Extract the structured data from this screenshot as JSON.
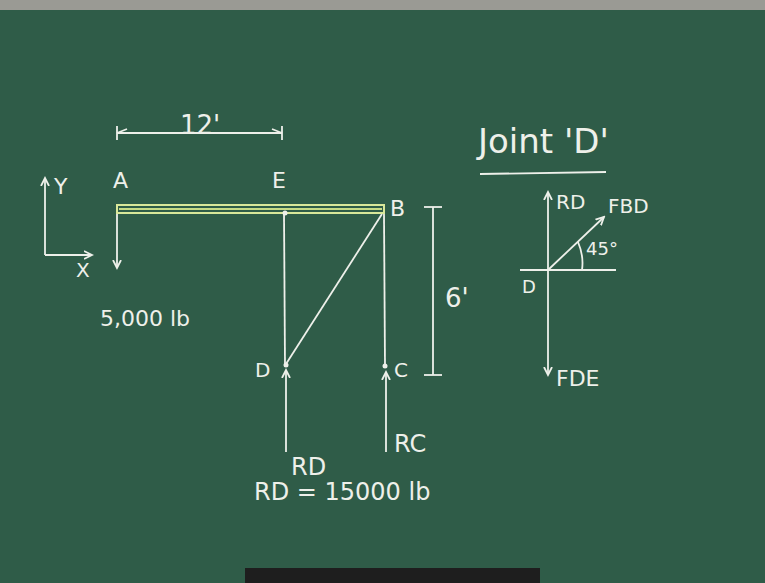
{
  "diagram": {
    "labels": [
      "12'",
      "Y",
      "X",
      "A",
      "E",
      "B",
      "5,000 lb",
      "6'",
      "D",
      "C",
      "RD",
      "RC",
      "RD = 15000 lb",
      "Joint 'D'",
      "RD",
      "FBD",
      "45°",
      "D",
      "FDE"
    ]
  }
}
